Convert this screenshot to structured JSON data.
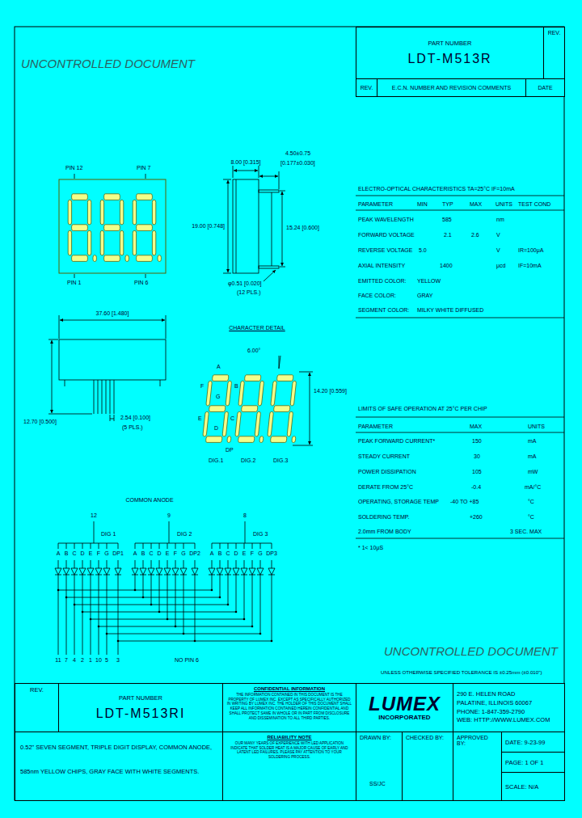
{
  "diagram": {
    "nodes": [
      {
        "text": [
          "PART NUMBER",
          "LDT-M513R"
        ]
      },
      {
        "text": [
          "REV."
        ]
      },
      {
        "text": [
          "REV."
        ]
      },
      {
        "text": [
          "E.C.N. NUMBER AND REVISION COMMENTS"
        ]
      },
      {
        "text": [
          "DATE"
        ]
      },
      {
        "text": [
          "REV."
        ]
      },
      {
        "text": [
          "PART NUMBER",
          "LDT-M513RI"
        ]
      },
      {
        "text": [
          "0.52\" SEVEN SEGMENT, TRIPLE DIGIT DISPLAY, COMMON ANODE, 585nm YELLOW CHIPS, GRAY FACE WITH WHITE SEGMENTS."
        ]
      },
      {
        "text": [
          "CONFIDENTIAL INFORMATION",
          "THE INFORMATION CONTAINED IN THIS DOCUMENT IS THE PROPERTY OF LUMEX INC. EXCEPT AS SPECIFICALLY AUTHORIZED IN WRITING BY LUMEX INC. THE HOLDER OF THIS DOCUMENT SHALL KEEP ALL INFORMATION CONTAINED HEREIN CONFIDENTIAL AND SHALL PROTECT SAME IN WHOLE OR IN PART FROM DISCLOSURE AND DISSEMINATION TO ALL THIRD PARTIES."
        ]
      },
      {
        "text": [
          "RELIABILITY NOTE",
          "OUR MANY YEARS OF EXPERIENCE WITH LED APPLICATION INDICATE THAT SOLDER HEAT IS A MAJOR CAUSE OF EARLY AND LATENT LED FAILURES. PLEASE PAY ATTENTION TO YOUR SOLDERING PROCESS."
        ]
      },
      {
        "text": [
          "LUMEX",
          "INCORPORATED"
        ]
      },
      {
        "text": [
          "290 E. HELEN ROAD",
          "PALATINE, ILLINOIS 60067",
          "PHONE: 1-847-359-2790",
          "WEB: HTTP://WWW.LUMEX.COM"
        ]
      },
      {
        "text": [
          "DRAWN BY:",
          "SS/JC"
        ]
      },
      {
        "text": [
          "CHECKED BY:"
        ]
      },
      {
        "text": [
          "APPROVED BY:"
        ]
      },
      {
        "text": [
          "DATE: 9-23-99"
        ]
      },
      {
        "text": [
          "PAGE: 1 OF 1"
        ]
      },
      {
        "text": [
          "SCALE: N/A"
        ]
      }
    ],
    "labels": [
      "UNCONTROLLED DOCUMENT",
      "PIN 12",
      "PIN 7",
      "PIN 1",
      "PIN 6",
      "8.00 [0.315]",
      "4.50±0.75",
      "[0.177±0.030]",
      "19.00 [0.748]",
      "15.24 [0.600]",
      "φ0.51 [0.020]",
      "(12 PLS.)",
      "37.60 [1.480]",
      "2.54 [0.100]",
      "(5 PLS.)",
      "12.70 [0.500]",
      "CHARACTER DETAIL",
      "6.00°",
      "A",
      "F",
      "B",
      "G",
      "E",
      "C",
      "D",
      "DP",
      "DIG.1",
      "DIG.2",
      "DIG.3",
      "14.20 [0.559]",
      "ELECTRO-OPTICAL CHARACTERISTICS TA=25°C IF=10mA",
      "PARAMETER",
      "MIN",
      "TYP",
      "MAX",
      "UNITS",
      "TEST COND",
      "PEAK WAVELENGTH",
      "585",
      "nm",
      "FORWARD VOLTAGE",
      "2.1",
      "2.6",
      "V",
      "REVERSE VOLTAGE",
      "5.0",
      "V",
      "IR=100μA",
      "AXIAL INTENSITY",
      "1400",
      "μcd",
      "IF=10mA",
      "EMITTED COLOR:",
      "YELLOW",
      "FACE COLOR:",
      "GRAY",
      "SEGMENT COLOR:",
      "MILKY WHITE DIFFUSED",
      "LIMITS OF SAFE OPERATION AT 25°C PER CHIP",
      "PARAMETER",
      "MAX",
      "UNITS",
      "PEAK FORWARD CURRENT*",
      "150",
      "mA",
      "STEADY CURRENT",
      "30",
      "mA",
      "POWER DISSIPATION",
      "105",
      "mW",
      "DERATE FROM 25°C",
      "-0.4",
      "mA/°C",
      "OPERATING, STORAGE TEMP",
      "-40 TO +85",
      "°C",
      "SOLDERING TEMP.",
      "+260",
      "°C",
      "2.0mm FROM BODY",
      "3 SEC. MAX",
      "* 1< 10μS",
      "COMMON ANODE",
      "12",
      "9",
      "8",
      "DIG 1",
      "DIG 2",
      "DIG 3",
      "A",
      "B",
      "C",
      "D",
      "E",
      "F",
      "G",
      "DP1",
      "A",
      "B",
      "C",
      "D",
      "E",
      "F",
      "G",
      "DP2",
      "A",
      "B",
      "C",
      "D",
      "E",
      "F",
      "G",
      "DP3",
      "11",
      "7",
      "4",
      "2",
      "1",
      "10",
      "5",
      "3",
      "NO PIN 6",
      "UNCONTROLLED DOCUMENT",
      "UNLESS OTHERWISE SPECIFIED TOLERANCE IS ±0.25mm (±0.010\")"
    ]
  }
}
